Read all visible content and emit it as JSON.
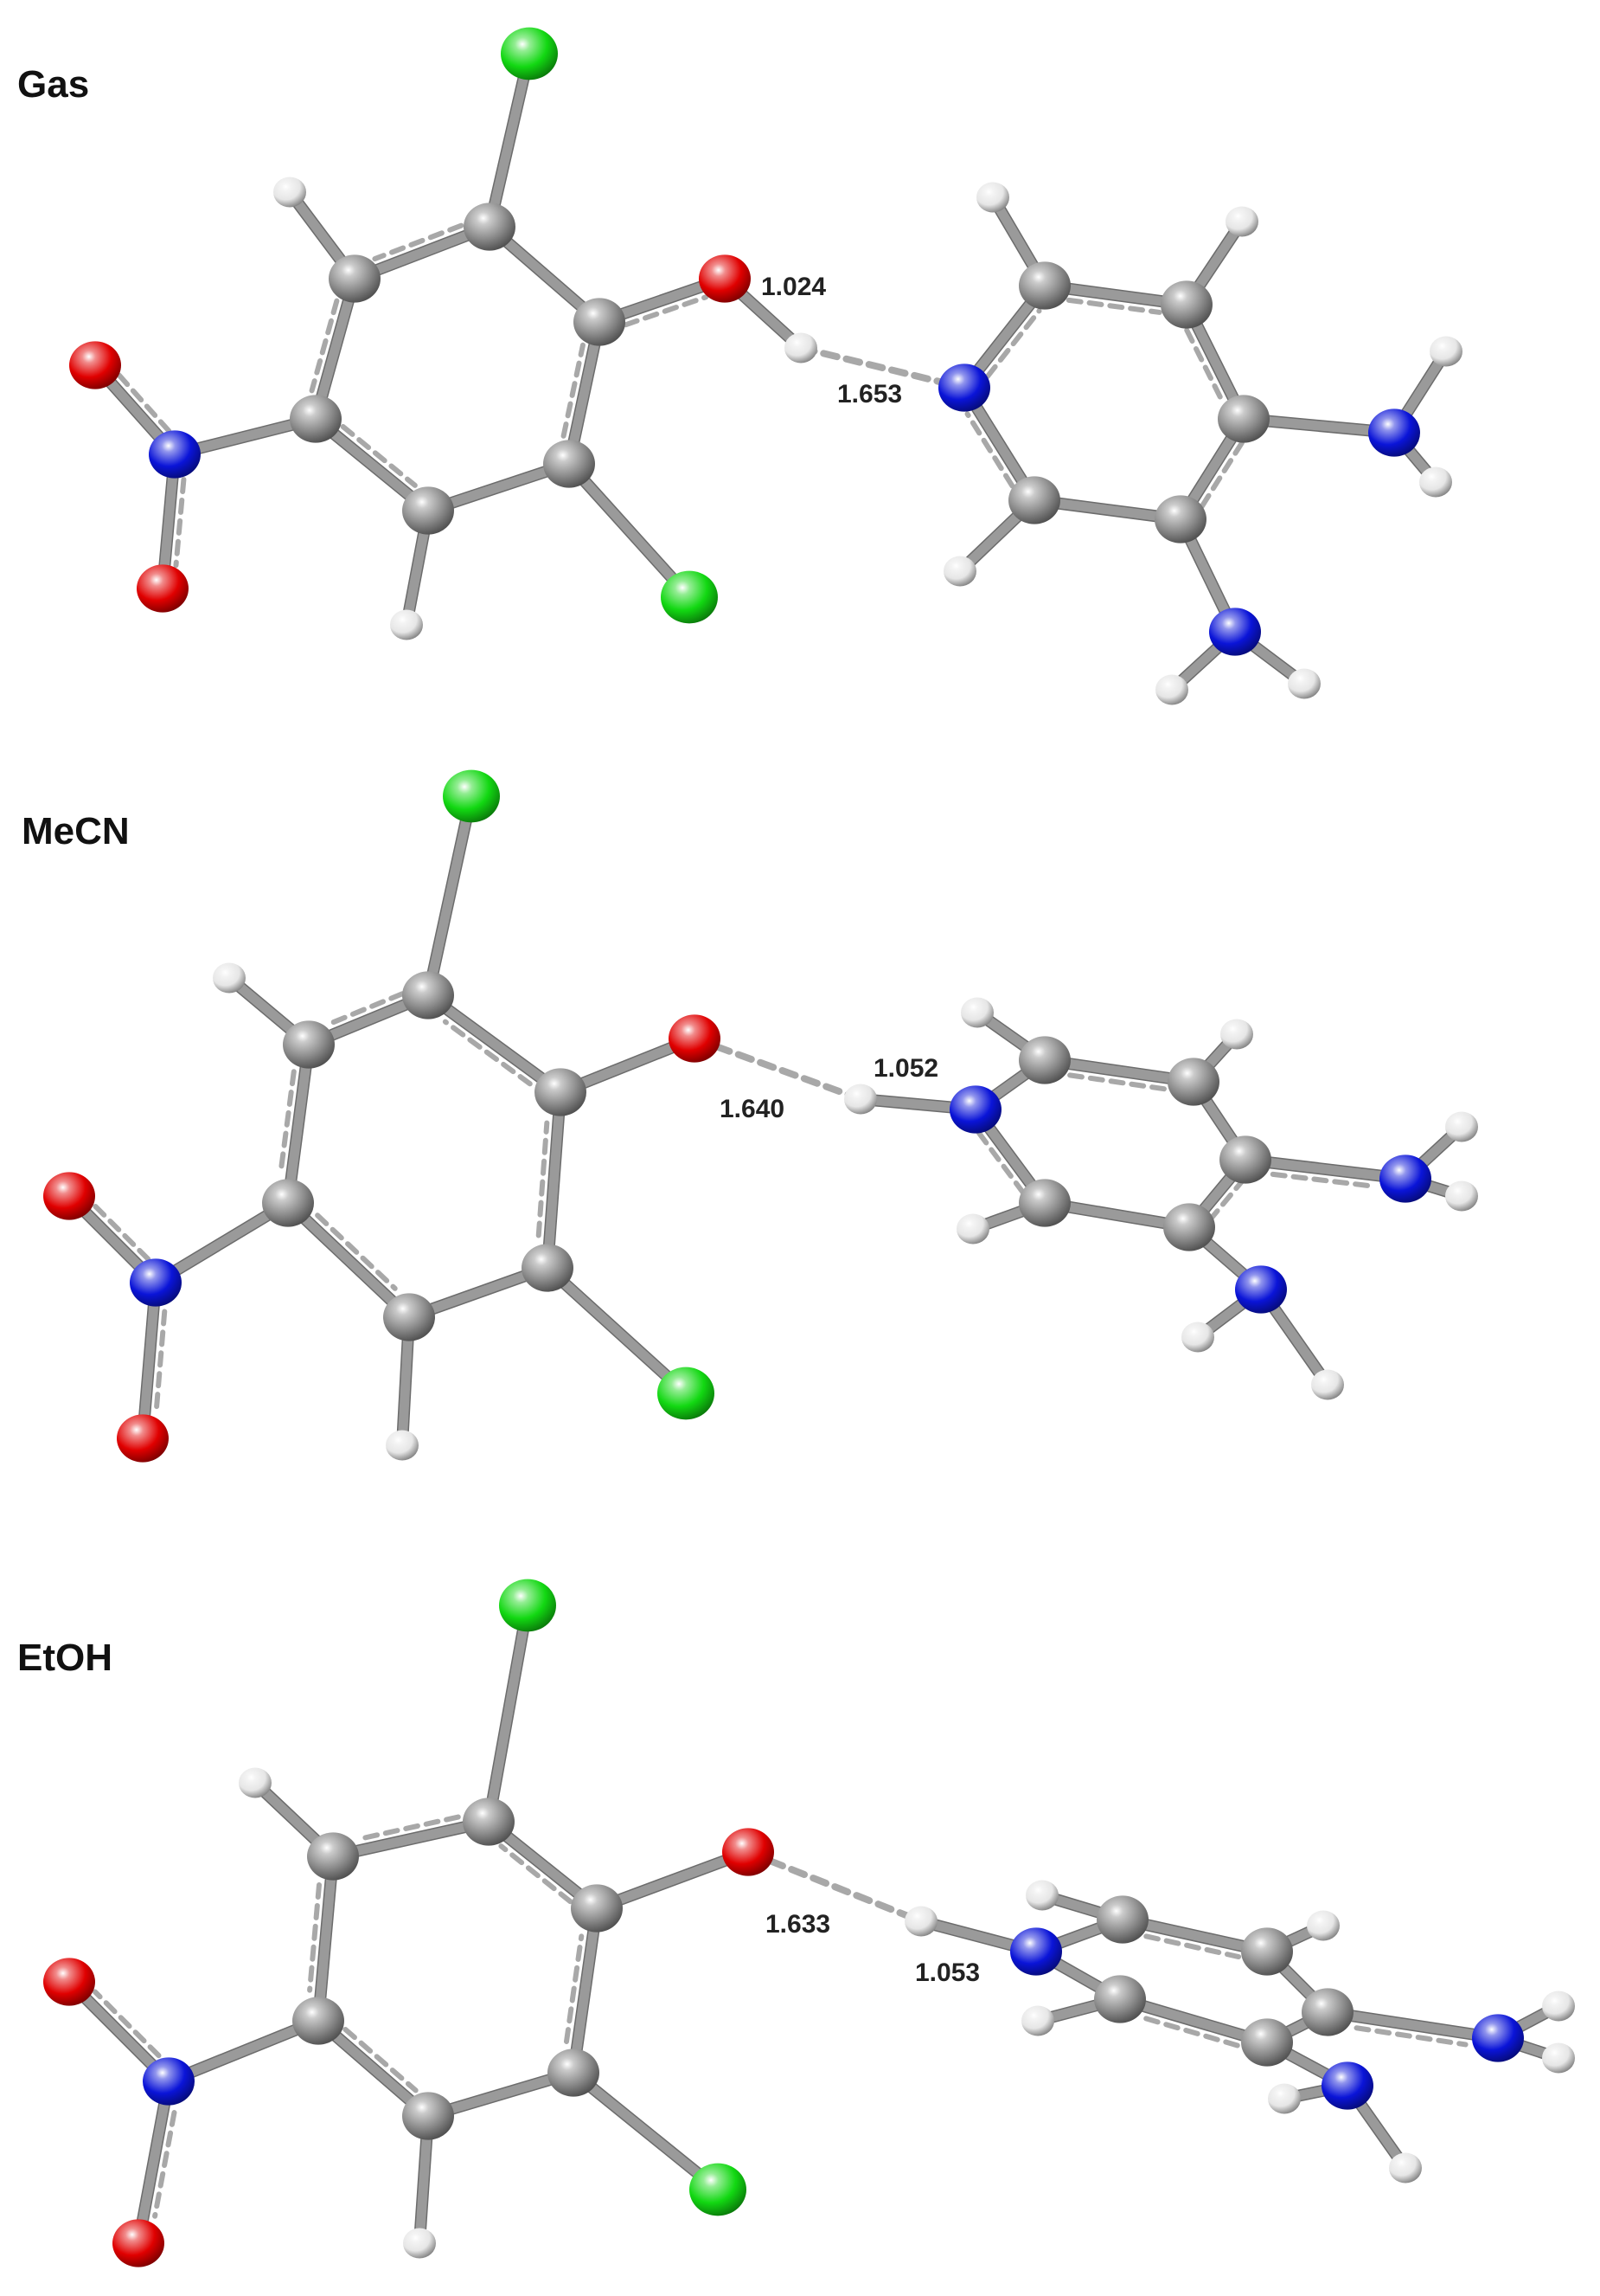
{
  "panels": [
    {
      "label": "Gas",
      "hbond_lengths": [
        "1.024",
        "1.653"
      ]
    },
    {
      "label": "MeCN",
      "hbond_lengths": [
        "1.052",
        "1.640"
      ]
    },
    {
      "label": "EtOH",
      "hbond_lengths": [
        "1.053",
        "1.633"
      ]
    }
  ],
  "atom_colors": {
    "C": "#8c8c8c",
    "H": "#e6e6e6",
    "O": "#e00000",
    "N": "#0a14d8",
    "Cl": "#12d812"
  }
}
